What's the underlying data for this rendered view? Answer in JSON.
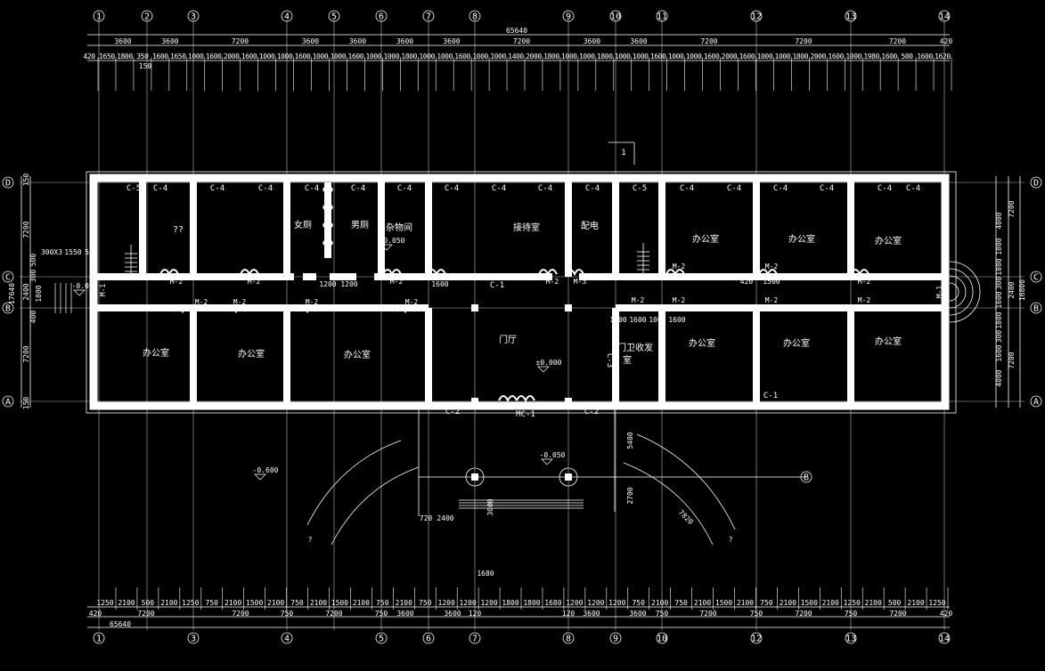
{
  "drawing": {
    "colors": {
      "background": "#000000",
      "lines": "#ffffff"
    },
    "axes_x": [
      "1",
      "2",
      "3",
      "4",
      "5",
      "6",
      "7",
      "8",
      "9",
      "10",
      "11",
      "12",
      "13",
      "14"
    ],
    "axes_x_bottom": [
      "1",
      "3",
      "4",
      "5",
      "6",
      "7",
      "8",
      "9",
      "10",
      "12",
      "13",
      "14"
    ],
    "axes_y": [
      "D",
      "C",
      "B",
      "A"
    ],
    "axis_b_marker": "B",
    "section_marker": "1",
    "top_total": "65640",
    "top_row1": [
      "3600",
      "3600",
      "7200",
      "3600",
      "3600",
      "3600",
      "3600",
      "7200",
      "3600",
      "3600",
      "7200",
      "7200",
      "7200"
    ],
    "top_row1_end": "420",
    "top_row2": [
      "420",
      "1650",
      "1800",
      "350",
      "1600",
      "1650",
      "1000",
      "1600",
      "2000",
      "1600",
      "1000",
      "1000",
      "1600",
      "1000",
      "1000",
      "1600",
      "1000",
      "1000",
      "1800",
      "1000",
      "1000",
      "1600",
      "1000",
      "1000",
      "1400",
      "2000",
      "1800",
      "1000",
      "1000",
      "1800",
      "1000",
      "1000",
      "1600",
      "1000",
      "1000",
      "1600",
      "2000",
      "1600",
      "1000",
      "1000",
      "1800",
      "2000",
      "1600",
      "1000",
      "1980",
      "1600",
      "500",
      "1600",
      "1620"
    ],
    "top_row2_extra": "150",
    "bottom_total": "65640",
    "bottom_row1": [
      "1250",
      "2100",
      "500",
      "2100",
      "1250",
      "750",
      "2100",
      "1500",
      "2100",
      "750",
      "2100",
      "1500",
      "2100",
      "750",
      "2100",
      "750",
      "1200",
      "1200",
      "1200",
      "1800",
      "1800",
      "1680",
      "1200",
      "1200",
      "1200",
      "750",
      "2100",
      "750",
      "2100",
      "1500",
      "2100",
      "750",
      "2100",
      "1500",
      "2100",
      "1250",
      "2100",
      "500",
      "2100",
      "1250"
    ],
    "bottom_row1_extra": "1680",
    "bottom_row2": [
      "420",
      "7200",
      "7200",
      "750",
      "7200",
      "750",
      "3600",
      "3600",
      "120",
      "120",
      "3600",
      "3600",
      "750",
      "7200",
      "750",
      "7200",
      "750",
      "7200",
      "420"
    ],
    "left_dims": [
      "150",
      "7200",
      "500",
      "300X3",
      "1550",
      "55",
      "1800",
      "300",
      "2400",
      "17640",
      "400",
      "7200",
      "150"
    ],
    "right_dims": [
      "4000",
      "1800",
      "7200",
      "1800",
      "300",
      "1600",
      "2400",
      "16800",
      "1800",
      "300",
      "1600",
      "7200",
      "4000"
    ],
    "rooms": [
      "??",
      "女厕",
      "男厕",
      "杂物间",
      "接待室",
      "配电",
      "办公室",
      "办公室",
      "办公室",
      "办公室",
      "办公室",
      "办公室",
      "门厅",
      "门卫收发",
      "室",
      "办公室",
      "办公室",
      "办公室"
    ],
    "windows": [
      "C-5",
      "C-4",
      "C-4",
      "C-4",
      "C-4",
      "C-4",
      "C-4",
      "C-4",
      "C-4",
      "C-4",
      "C-4",
      "C-5",
      "C-4",
      "C-4",
      "C-4",
      "C-4",
      "C-4",
      "C-4",
      "C-1",
      "C-1",
      "C-2",
      "MC-1",
      "C-2",
      "C-3"
    ],
    "doors": [
      "M-2",
      "M-2",
      "M-2",
      "M-2",
      "M-3",
      "M-2",
      "M-2",
      "M-2",
      "M-2",
      "M-2",
      "M-2",
      "M-2",
      "M-2",
      "M-2",
      "M-2",
      "M-2",
      "M-1",
      "M-1"
    ],
    "elevations": [
      "-0.050",
      "-0.050",
      "±0.000",
      "-0.600",
      "-0.050"
    ],
    "misc_dims": [
      "1200",
      "1200",
      "1600",
      "1000",
      "1600",
      "1000",
      "1600",
      "420",
      "1500",
      "720",
      "2400",
      "5400",
      "2700",
      "7820",
      "?",
      "?",
      "3000"
    ]
  }
}
